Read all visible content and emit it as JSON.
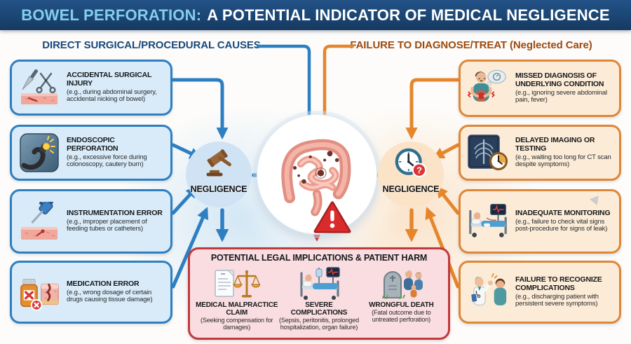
{
  "banner": {
    "title_accent": "BOWEL PERFORATION:",
    "title_rest": "A POTENTIAL INDICATOR OF MEDICAL NEGLIGENCE"
  },
  "columns": {
    "left": {
      "header": "DIRECT SURGICAL/PROCEDURAL CAUSES",
      "boxes": [
        {
          "title": "ACCIDENTAL SURGICAL INJURY",
          "desc": "(e.g., during abdominal surgery, accidental nicking of bowel)",
          "icon": "scalpel-scissors-icon"
        },
        {
          "title": "ENDOSCOPIC PERFORATION",
          "desc": "(e.g., excessive force during colonoscopy, cautery burn)",
          "icon": "endoscope-icon"
        },
        {
          "title": "INSTRUMENTATION ERROR",
          "desc": "(e.g., improper placement of feeding tubes or catheters)",
          "icon": "feeding-tube-icon"
        },
        {
          "title": "MEDICATION ERROR",
          "desc": "(e.g., wrong dosage of certain drugs causing tissue damage)",
          "icon": "medication-bottle-icon"
        }
      ]
    },
    "right": {
      "header": "FAILURE TO DIAGNOSE/TREAT (Neglected Care)",
      "boxes": [
        {
          "title": "MISSED DIAGNOSIS OF UNDERLYING CONDITION",
          "desc": "(e.g., ignoring severe abdominal pain, fever)",
          "icon": "abdominal-pain-icon"
        },
        {
          "title": "DELAYED IMAGING OR TESTING",
          "desc": "(e.g., waiting too long for CT scan despite symptoms)",
          "icon": "xray-clock-icon"
        },
        {
          "title": "INADEQUATE MONITORING",
          "desc": "(e.g., failure to check vital signs post-procedure for signs of leak)",
          "icon": "hospital-monitoring-icon"
        },
        {
          "title": "FAILURE TO RECOGNIZE COMPLICATIONS",
          "desc": "(e.g., discharging patient with persistent severe symptoms)",
          "icon": "doctor-dismissal-icon"
        }
      ]
    }
  },
  "center": {
    "left_node": {
      "label": "NEGLIGENCE",
      "icon": "gavel-icon"
    },
    "right_node": {
      "label": "NEGLIGENCE",
      "icon": "clock-question-icon"
    },
    "organ_icon": "intestines-illustration",
    "warning_mark": "!"
  },
  "legal": {
    "title": "POTENTIAL LEGAL IMPLICATIONS & PATIENT HARM",
    "items": [
      {
        "title": "MEDICAL MALPRACTICE CLAIM",
        "desc": "(Seeking compensation for damages)",
        "icon": "scales-document-icon"
      },
      {
        "title": "SEVERE COMPLICATIONS",
        "desc": "(Sepsis, peritonitis, prolonged hospitalization, organ failure)",
        "icon": "hospital-bed-iv-icon"
      },
      {
        "title": "WRONGFUL DEATH",
        "desc": "(Fatal outcome due to untreated perforation)",
        "icon": "tombstone-family-icon"
      }
    ]
  },
  "colors": {
    "banner_bg": "#1b4674",
    "banner_accent_text": "#85cdec",
    "blue_accent": "#2e7fc2",
    "blue_header_text": "#17497c",
    "orange_accent": "#e6862c",
    "orange_header_text": "#9c4a10",
    "legal_red": "#bf3a3c",
    "red_arrow": "#cf2a26"
  }
}
